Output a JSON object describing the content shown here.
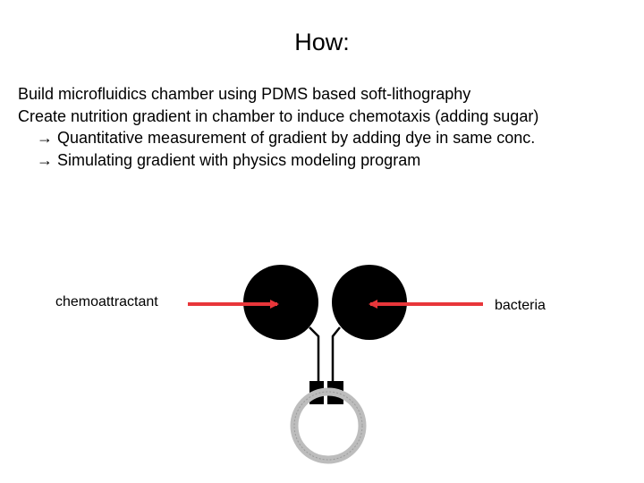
{
  "slide": {
    "title": "How:",
    "bullets": [
      "Build microfluidics chamber using PDMS based soft-lithography",
      "Create nutrition gradient in chamber to induce chemotaxis (adding sugar)",
      "→ Quantitative measurement of gradient by adding dye in same conc.",
      "→ Simulating  gradient with physics modeling program"
    ]
  },
  "diagram": {
    "labels": {
      "left": "chemoattractant",
      "right": "bacteria"
    },
    "colors": {
      "arrow": "#e8363a",
      "chamber": "#000000",
      "ring": "#bdbdbd"
    }
  }
}
